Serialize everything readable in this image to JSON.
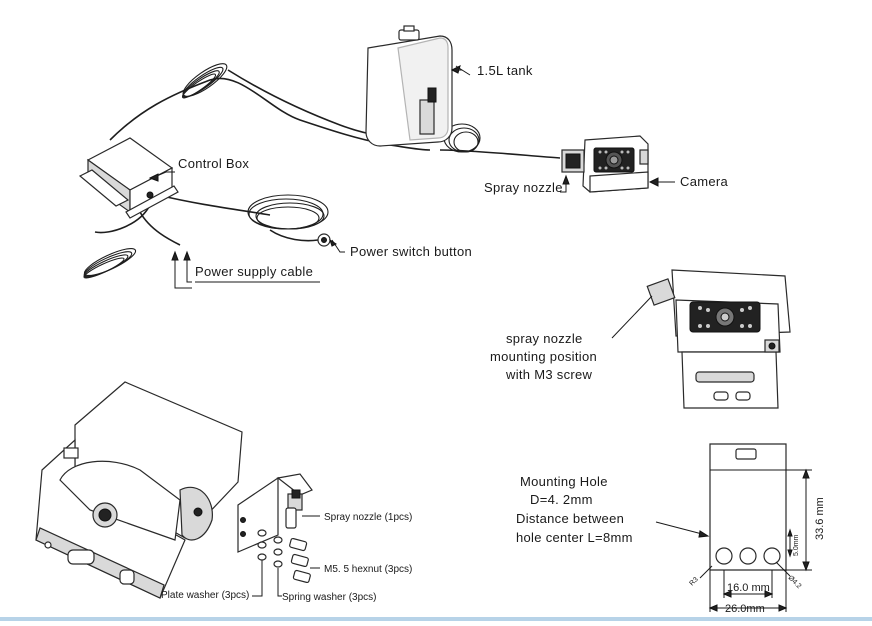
{
  "labels": {
    "tank": "1.5L tank",
    "control_box": "Control Box",
    "spray_nozzle": "Spray  nozzle",
    "camera": "Camera",
    "power_switch": "Power switch button",
    "power_cable": "Power supply cable",
    "mount_pos_line1": "spray nozzle",
    "mount_pos_line2": "mounting position",
    "mount_pos_line3": "with M3 screw",
    "mounting_hole_line1": "Mounting Hole",
    "mounting_hole_line2": "D=4. 2mm",
    "mounting_hole_line3": "Distance between",
    "mounting_hole_line4": "hole center  L=8mm",
    "kit_spray_nozzle": "Spray  nozzle (1pcs)",
    "kit_hexnut": "M5. 5  hexnut (3pcs)",
    "kit_plate_washer": "Plate washer (3pcs)",
    "kit_spring_washer": "Spring washer (3pcs)"
  },
  "dimensions": {
    "height": "33.6 mm",
    "offset": "5.0mm",
    "hole_spacing": "16.0 mm",
    "width": "26.0mm",
    "radius": "R3",
    "diameter": "Ø4.2"
  },
  "colors": {
    "line": "#1a1a1a",
    "accent_rule": "#b7d3e8"
  }
}
